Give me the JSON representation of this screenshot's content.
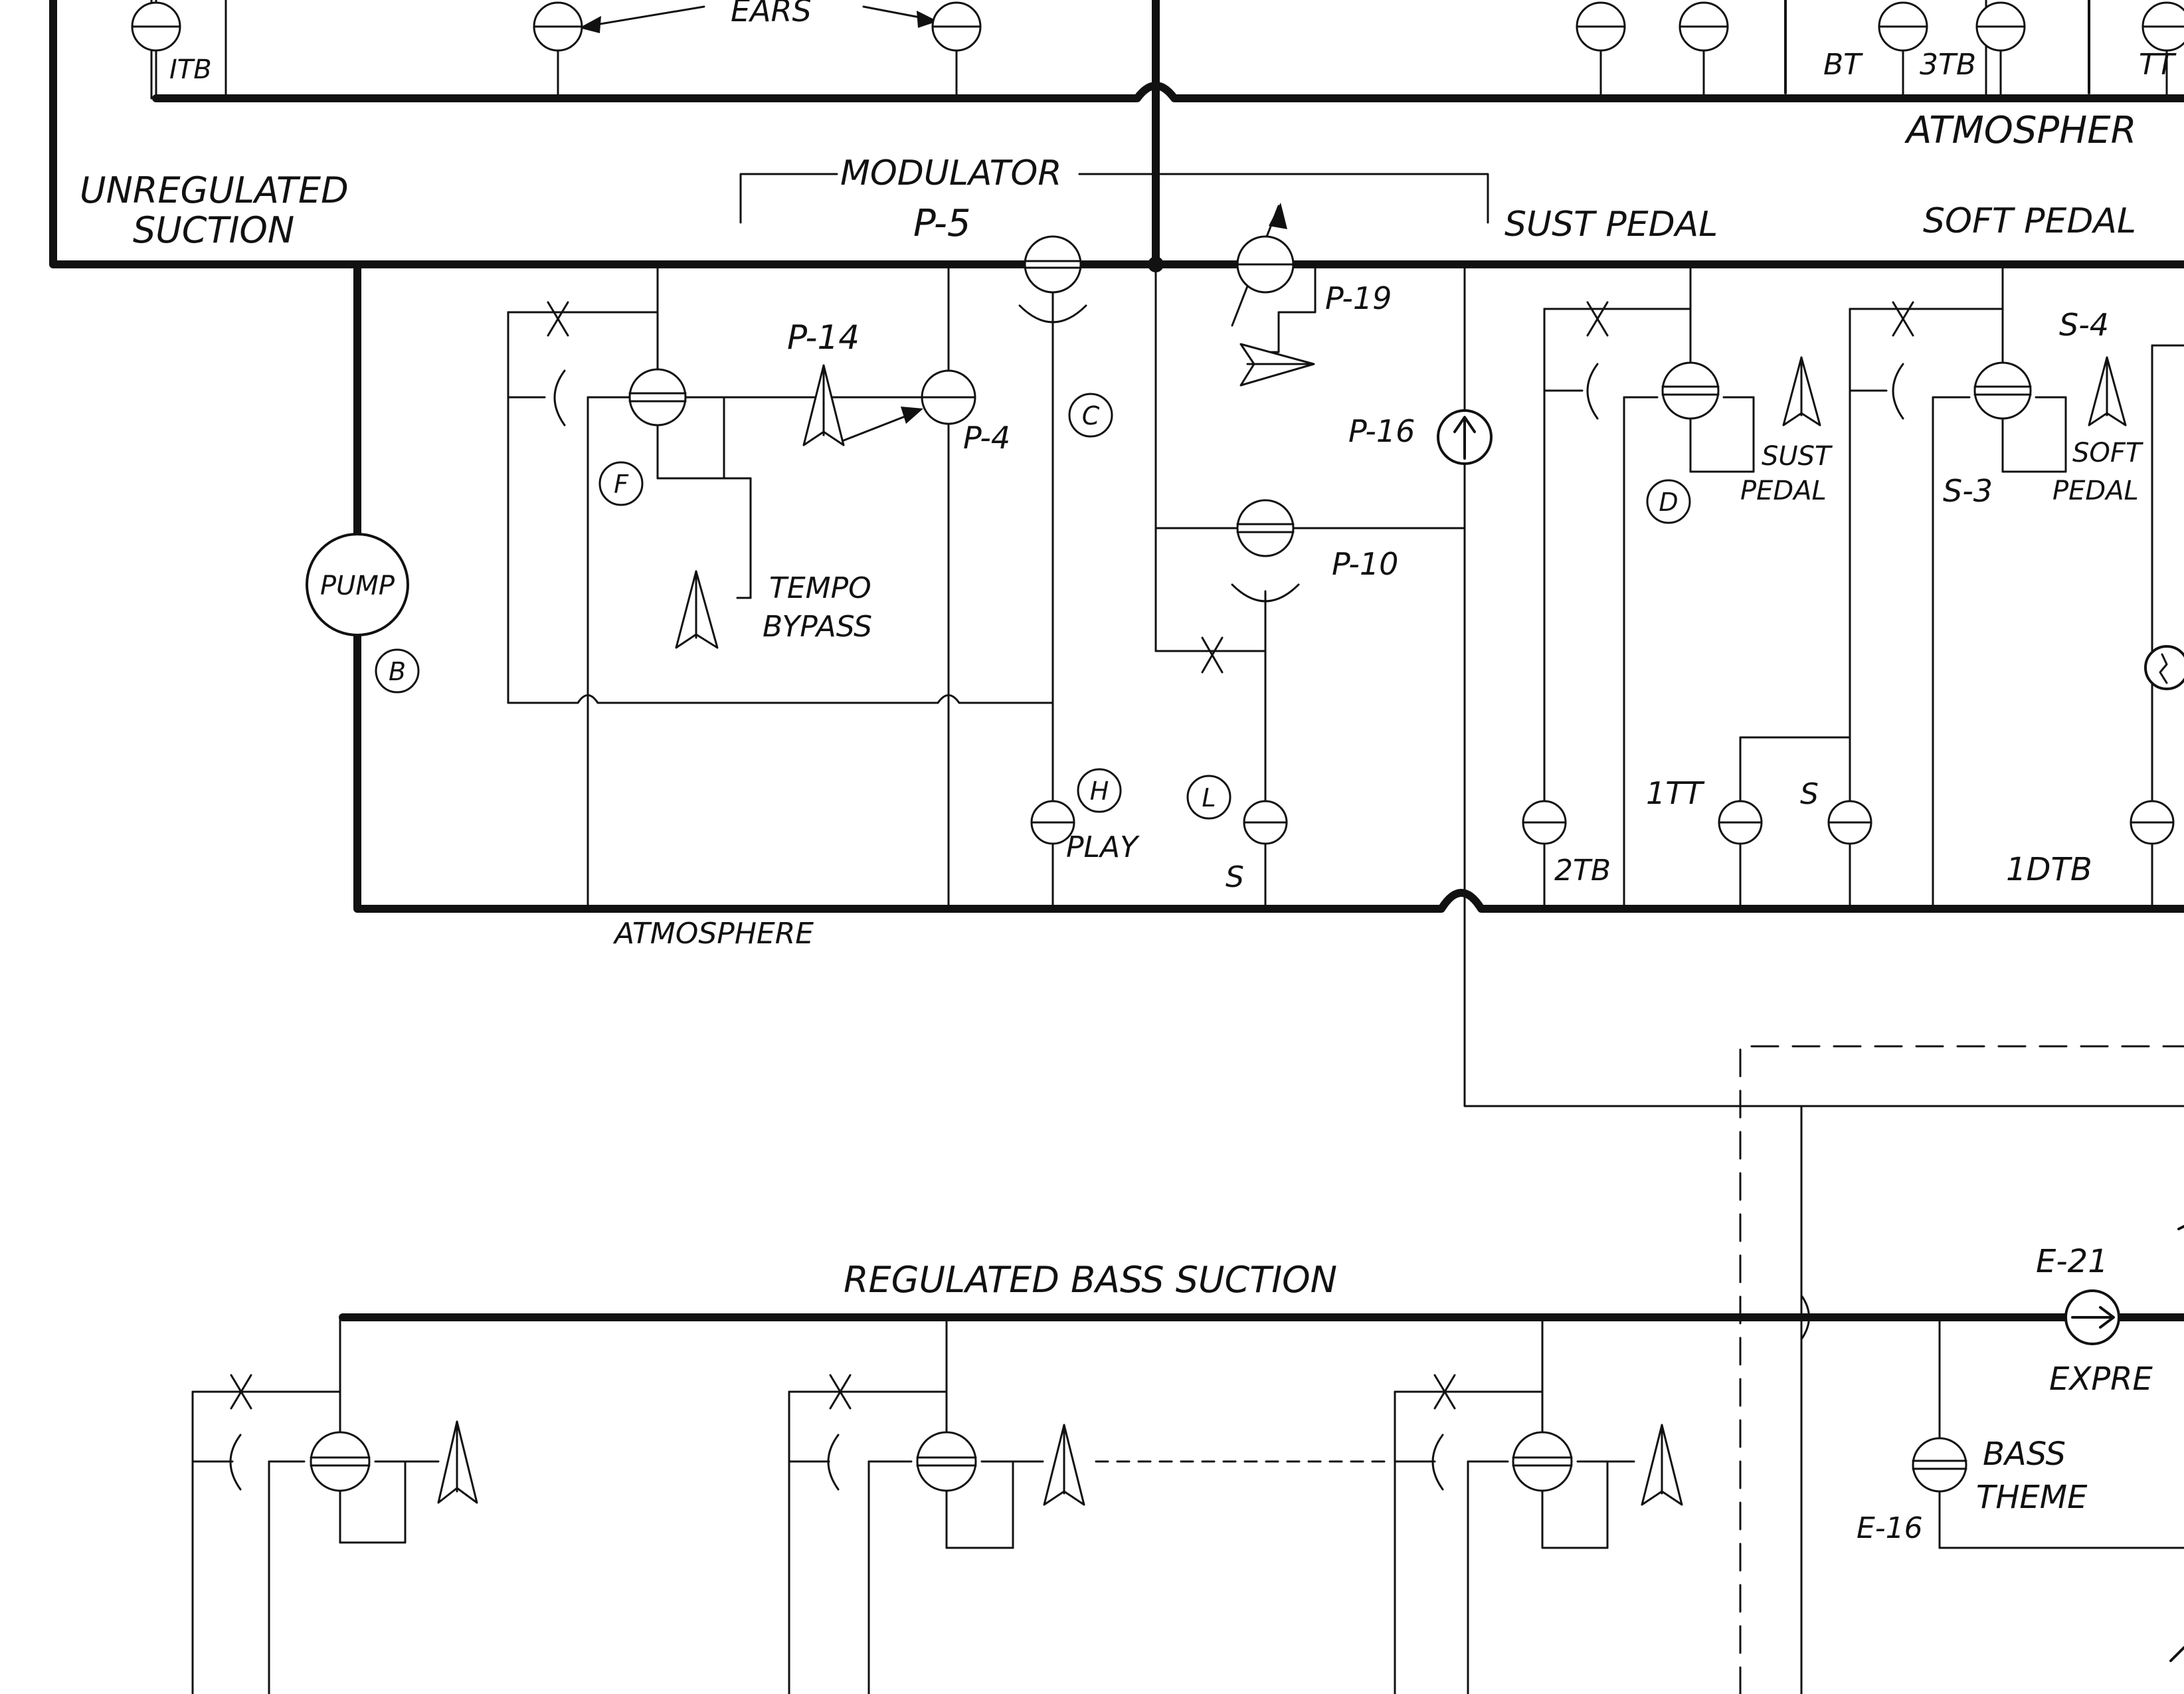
{
  "labels": {
    "ears": "EARS",
    "itb": "ITB",
    "bt": "BT",
    "tb3": "3TB",
    "tt": "TT",
    "atmosphere_top": "ATMOSPHER",
    "unregulated_1": "UNREGULATED",
    "unregulated_2": "SUCTION",
    "modulator": "MODULATOR",
    "p5": "P-5",
    "sust_pedal_main": "SUST PEDAL",
    "soft_pedal_main": "SOFT  PEDAL",
    "p19": "P-19",
    "p14": "P-14",
    "p4": "P-4",
    "p16": "P-16",
    "p10": "P-10",
    "s4": "S-4",
    "s3": "S-3",
    "sust": "SUST",
    "pedal_a": "PEDAL",
    "soft": "SOFT",
    "pedal_b": "PEDAL",
    "tempo_1": "TEMPO",
    "tempo_2": "BYPASS",
    "pump": "PUMP",
    "play": "PLAY",
    "s_a": "S",
    "s_b": "S",
    "tb2": "2TB",
    "tt1": "1TT",
    "dtb1": "1DTB",
    "atmosphere_bottom": "ATMOSPHERE",
    "regulated": "REGULATED   BASS   SUCTION",
    "e21": "E-21",
    "expre": "EXPRE",
    "bass_1": "BASS",
    "bass_2": "THEME",
    "e16": "E-16"
  },
  "markers": {
    "b": "B",
    "c": "C",
    "f": "F",
    "d": "D",
    "h": "H",
    "l": "L"
  }
}
